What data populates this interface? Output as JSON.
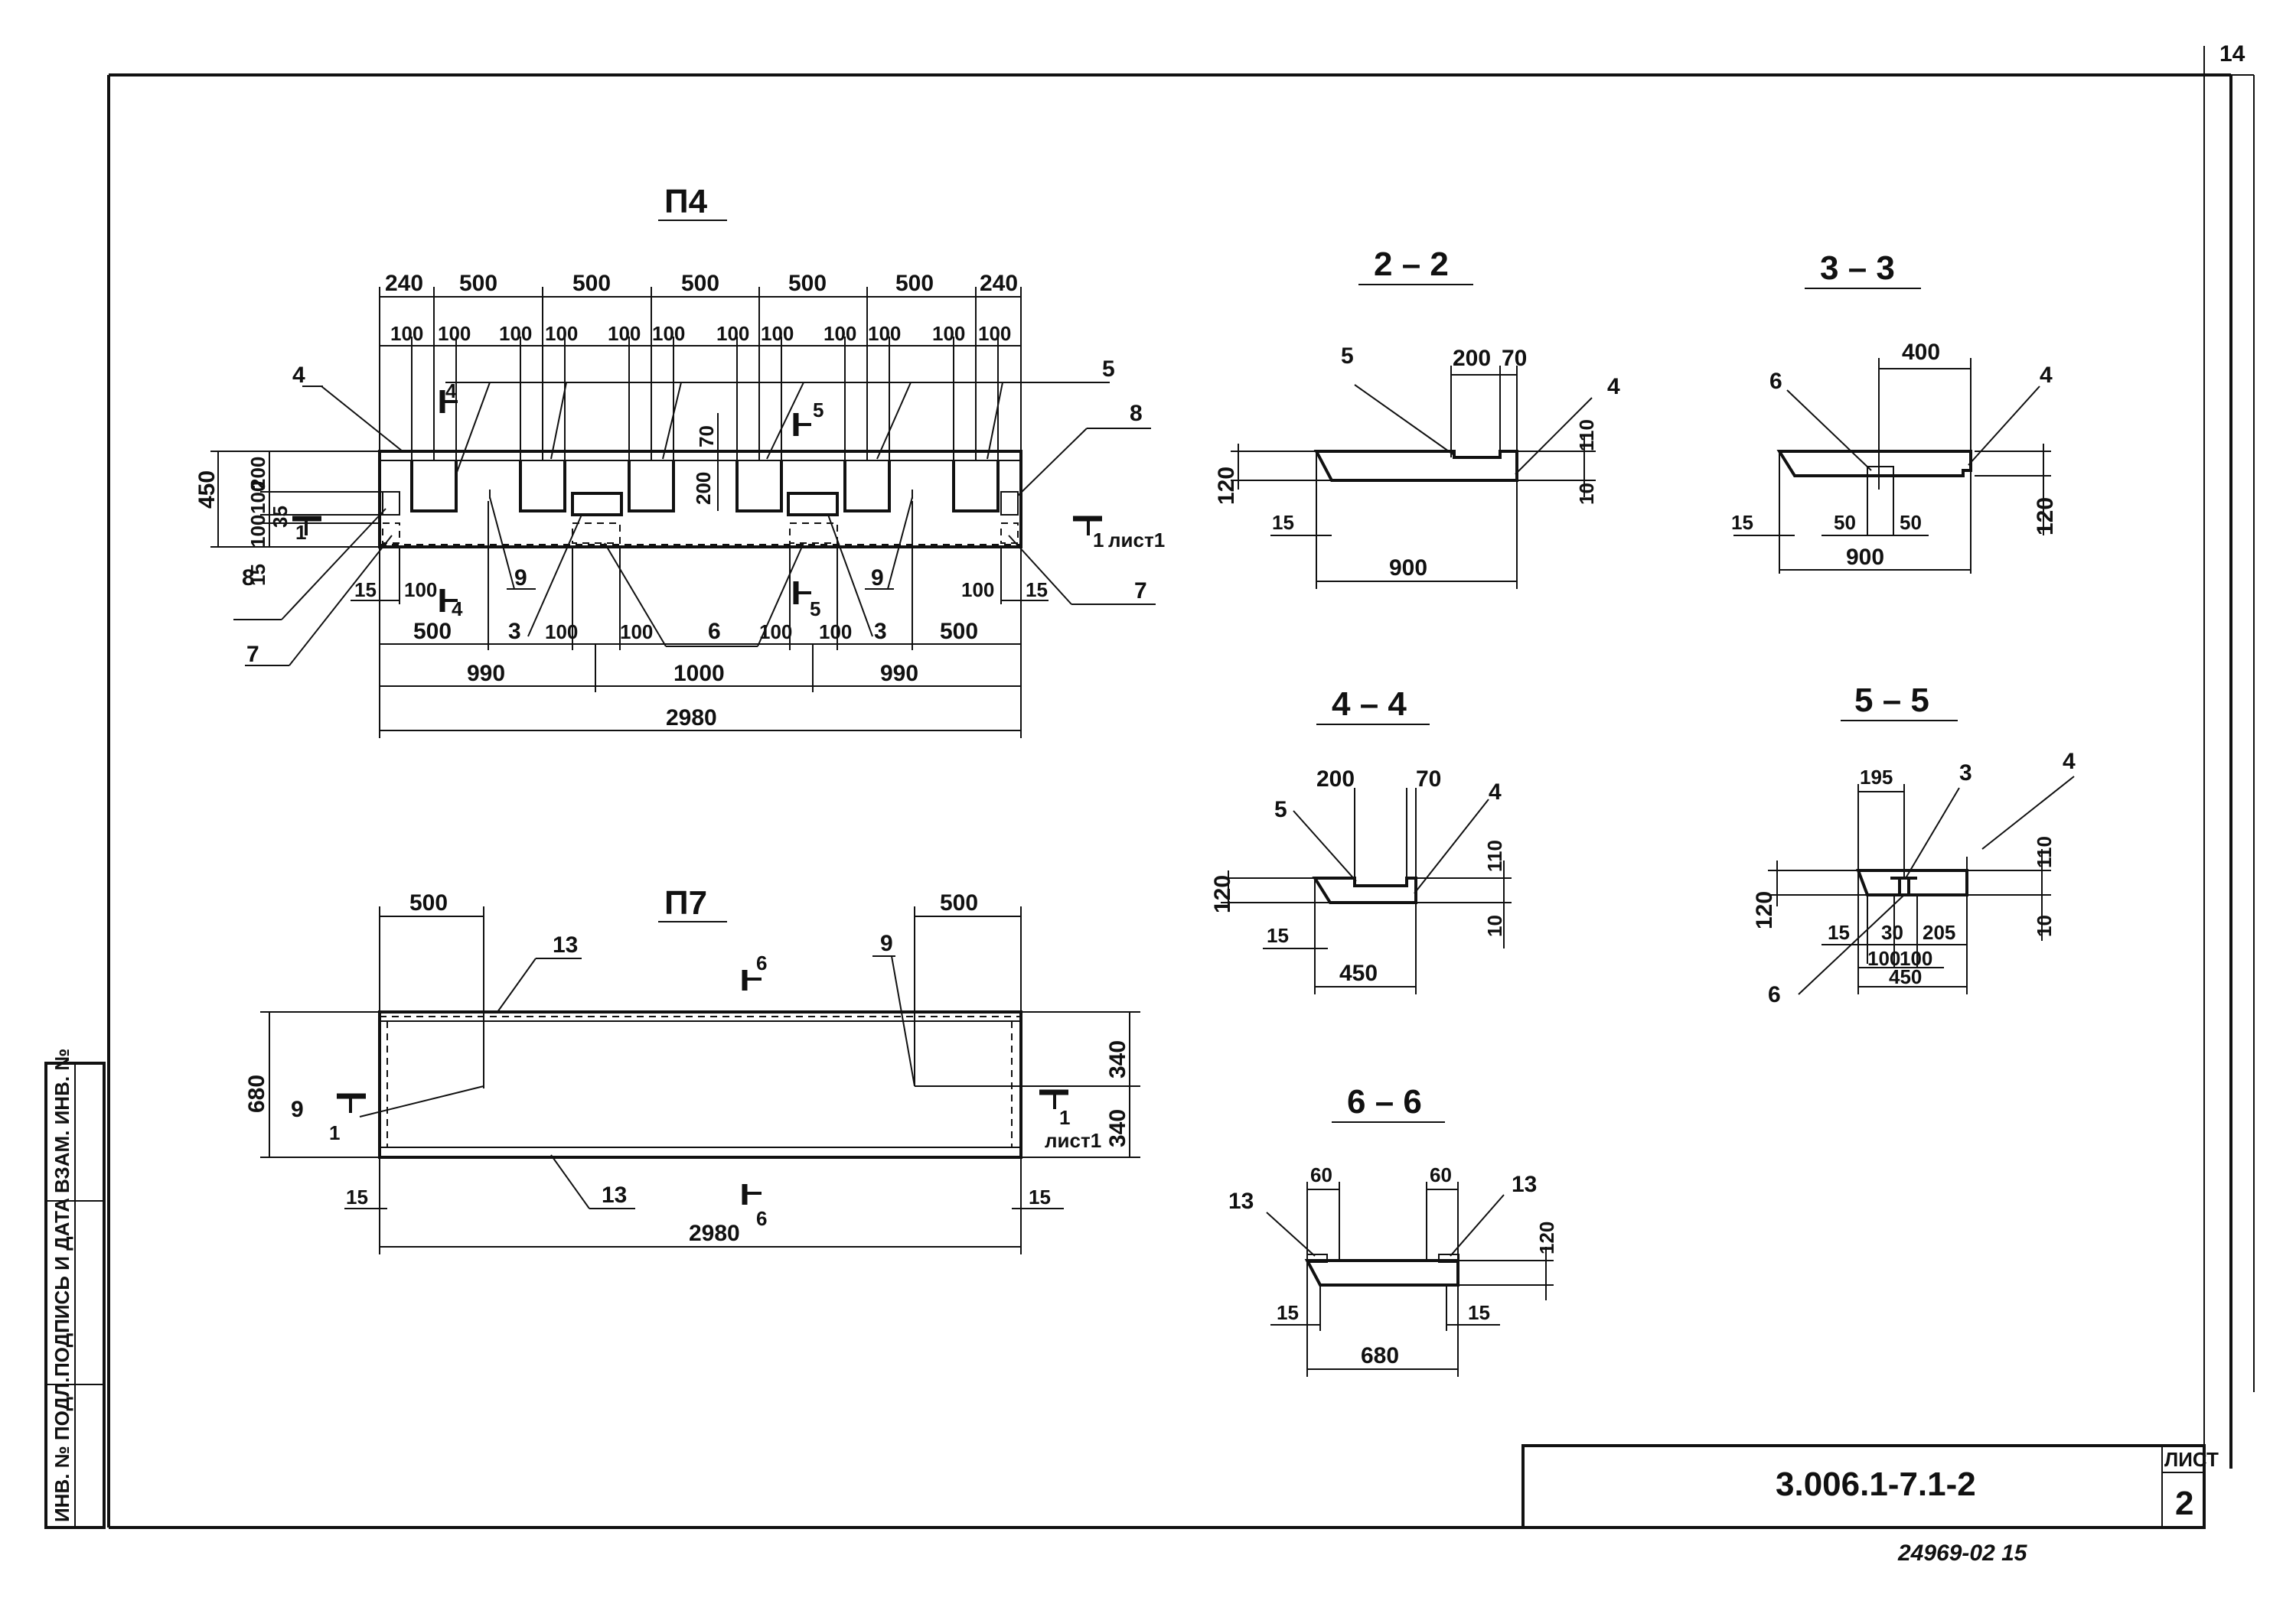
{
  "corner_number": "14",
  "title_block": {
    "code": "3.006.1-7.1-2",
    "sheet_label": "ЛИСТ",
    "sheet_number": "2",
    "stamp": "24969-02  15"
  },
  "side_stamp": [
    "ИНВ. № ПОДЛ.",
    "ПОДПИСЬ И ДАТА",
    "ВЗАМ. ИНВ. №"
  ],
  "p4": {
    "title": "П4",
    "top_dims": [
      "240",
      "500",
      "500",
      "500",
      "500",
      "500",
      "240"
    ],
    "sub_dims": [
      "100",
      "100",
      "100",
      "100",
      "100",
      "100",
      "100",
      "100",
      "100",
      "100",
      "100",
      "100"
    ],
    "left_dims": [
      "450",
      "200",
      "100",
      "35",
      "100",
      "15"
    ],
    "inner_dims": [
      "70",
      "200"
    ],
    "bottom_row1": [
      "15",
      "100",
      "500",
      "100",
      "100",
      "100",
      "100",
      "500",
      "100",
      "15"
    ],
    "bottom_row2": [
      "990",
      "1000",
      "990"
    ],
    "total": "2980",
    "callouts": [
      "4",
      "5",
      "8",
      "8",
      "7",
      "7",
      "9",
      "9",
      "3",
      "3",
      "6"
    ],
    "sections": [
      "4",
      "4",
      "5",
      "5",
      "1",
      "1"
    ],
    "sheet_ref": "лист1"
  },
  "p7": {
    "title": "П7",
    "top_dims": [
      "500",
      "500"
    ],
    "side_dims": [
      "680",
      "340",
      "340"
    ],
    "bottom_dims": [
      "15",
      "2980",
      "15"
    ],
    "callouts": [
      "13",
      "13",
      "9",
      "9"
    ],
    "sections": [
      "6",
      "6",
      "1",
      "1"
    ],
    "sheet_ref": "лист1"
  },
  "s22": {
    "title": "2 – 2",
    "dims": [
      "200",
      "70",
      "110",
      "10",
      "120",
      "15",
      "900"
    ],
    "callouts": [
      "5",
      "4"
    ]
  },
  "s33": {
    "title": "3 – 3",
    "dims": [
      "400",
      "120",
      "15",
      "50",
      "50",
      "900"
    ],
    "callouts": [
      "6",
      "4"
    ]
  },
  "s44": {
    "title": "4 – 4",
    "dims": [
      "200",
      "70",
      "110",
      "10",
      "120",
      "15",
      "450"
    ],
    "callouts": [
      "5",
      "4"
    ]
  },
  "s55": {
    "title": "5 – 5",
    "dims": [
      "195",
      "110",
      "10",
      "120",
      "15",
      "30",
      "205",
      "100",
      "100",
      "450"
    ],
    "callouts": [
      "3",
      "4",
      "6"
    ]
  },
  "s66": {
    "title": "6 – 6",
    "dims": [
      "60",
      "60",
      "120",
      "15",
      "15",
      "680"
    ],
    "callouts": [
      "13",
      "13"
    ]
  }
}
